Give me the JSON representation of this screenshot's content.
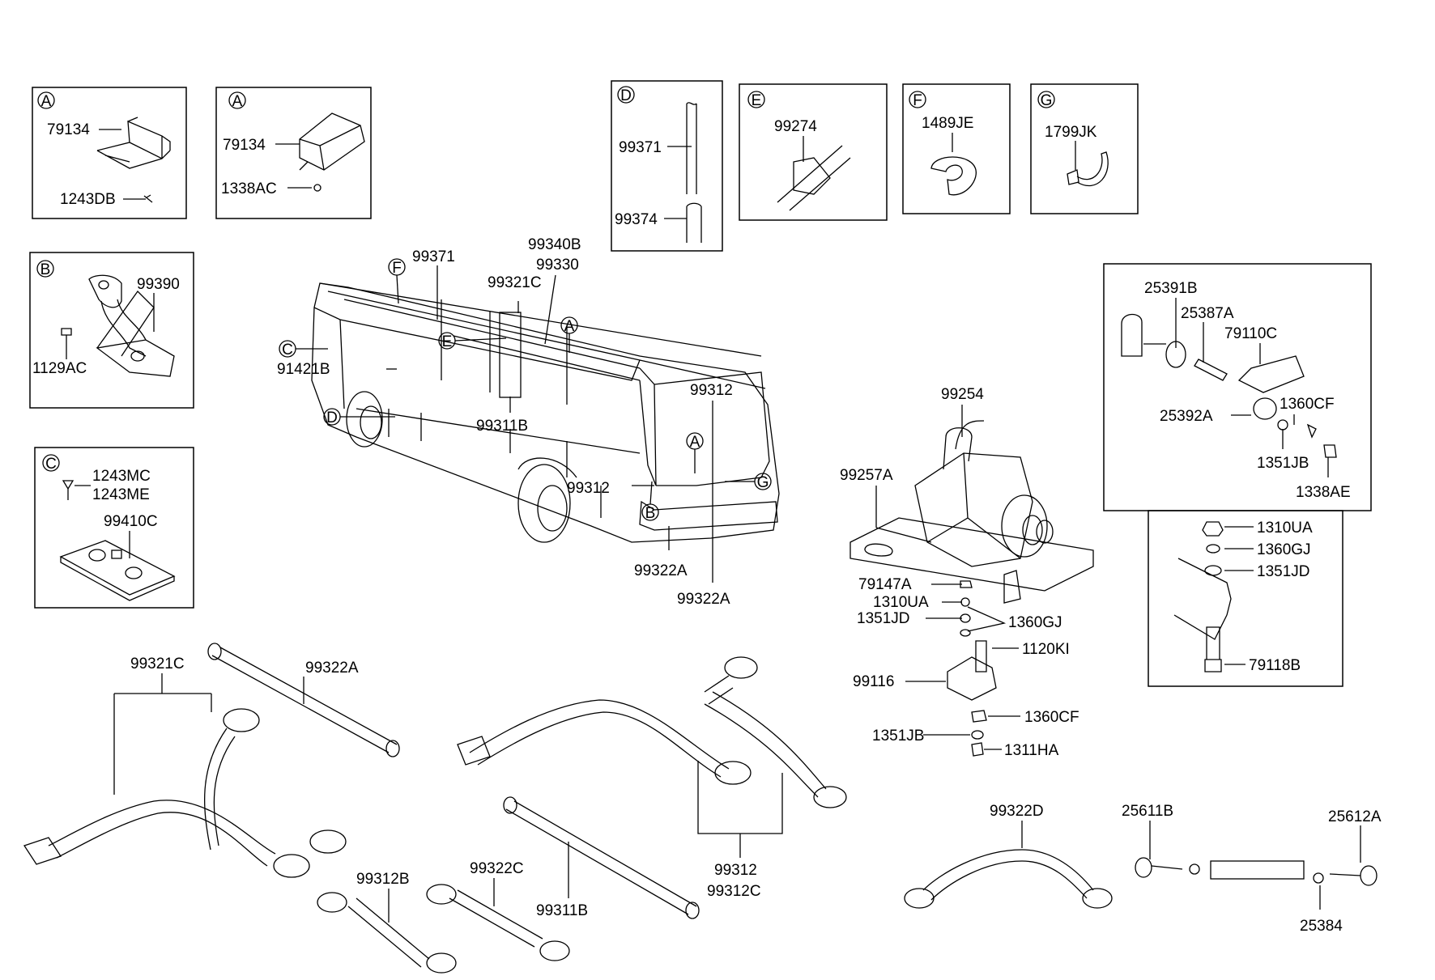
{
  "panels": {
    "A1": {
      "letter": "A",
      "labels": [
        "79134",
        "1243DB"
      ]
    },
    "A2": {
      "letter": "A",
      "labels": [
        "79134",
        "1338AC"
      ]
    },
    "B": {
      "letter": "B",
      "labels": [
        "99390",
        "1129AC"
      ]
    },
    "C": {
      "letter": "C",
      "labels": [
        "1243MC",
        "1243ME",
        "99410C"
      ]
    },
    "D": {
      "letter": "D",
      "labels": [
        "99371",
        "99374"
      ]
    },
    "E": {
      "letter": "E",
      "labels": [
        "99274"
      ]
    },
    "F": {
      "letter": "F",
      "labels": [
        "1489JE"
      ]
    },
    "G": {
      "letter": "G",
      "labels": [
        "1799JK"
      ]
    },
    "R": {
      "labels": [
        "25391B",
        "25387A",
        "79110C",
        "1360CF",
        "25392A",
        "1351JB",
        "1338AE"
      ]
    },
    "M": {
      "labels": [
        "1310UA",
        "1360GJ",
        "1351JD",
        "79118B"
      ]
    }
  },
  "bus": {
    "labels": [
      "99371",
      "99340B",
      "99330",
      "99321C",
      "91421B",
      "99311B",
      "99312",
      "99312",
      "99322A",
      "99322A"
    ],
    "callouts": [
      "F",
      "C",
      "E",
      "A",
      "D",
      "A",
      "G",
      "B"
    ]
  },
  "compressor": {
    "labels": [
      "99254",
      "99257A",
      "79147A",
      "1310UA",
      "1351JD",
      "1360GJ",
      "1120KI",
      "99116",
      "1360CF",
      "1351JB",
      "1311HA"
    ]
  },
  "pipes": {
    "labels": [
      "99321C",
      "99322A",
      "99312B",
      "99322C",
      "99311B",
      "99312",
      "99312C",
      "99322D",
      "25611B",
      "25612A",
      "25384"
    ]
  }
}
